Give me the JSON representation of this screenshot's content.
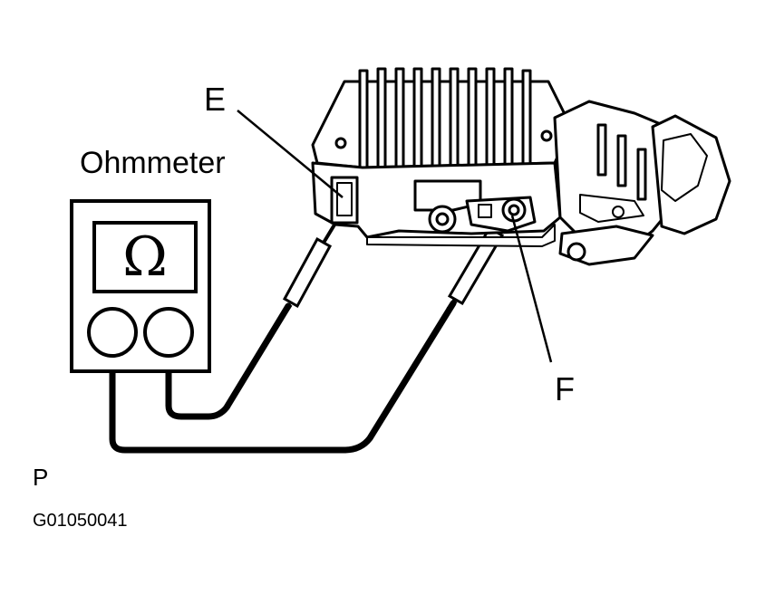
{
  "labels": {
    "terminal_e": "E",
    "meter_title": "Ohmmeter",
    "terminal_f": "F",
    "page_letter": "P",
    "figure_code": "G01050041",
    "meter_symbol": "Ω"
  },
  "colors": {
    "ink": "#000000",
    "background": "#ffffff"
  }
}
